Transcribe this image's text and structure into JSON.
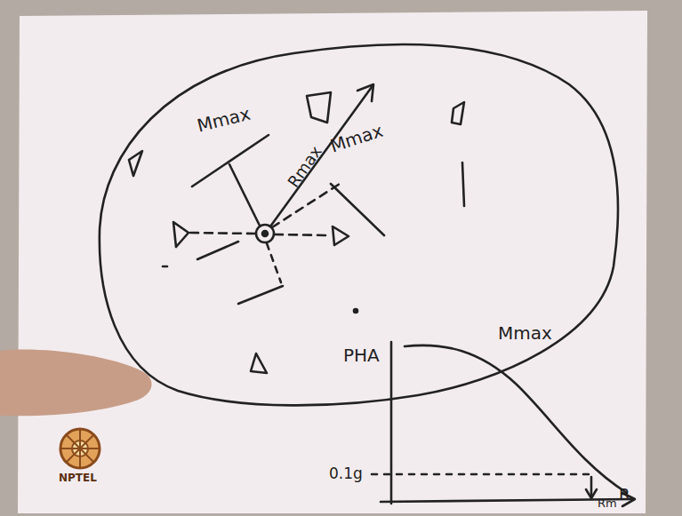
{
  "diagram": {
    "labels": [
      "Mmax",
      "Rmax",
      "Mmax",
      "PHA",
      "Mmax",
      "0.1g",
      "Rm",
      "R",
      "NPTEL"
    ]
  }
}
